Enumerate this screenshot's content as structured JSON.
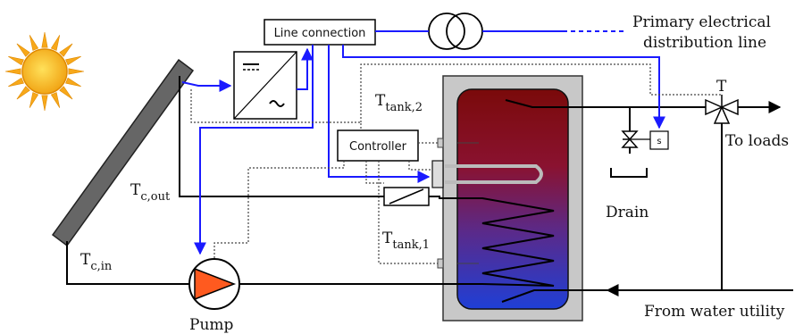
{
  "labels": {
    "line_connection": "Line connection",
    "primary_line_1": "Primary electrical",
    "primary_line_2": "distribution line",
    "controller": "Controller",
    "t_tank2": "T",
    "t_tank2_sub": "tank,2",
    "t_tank1": "T",
    "t_tank1_sub": "tank,1",
    "t_cout": "T",
    "t_cout_sub": "c,out",
    "t_cin": "T",
    "t_cin_sub": "c,in",
    "pump": "Pump",
    "drain": "Drain",
    "to_loads": "To loads",
    "valve_t": "T",
    "water_utility": "From water utility",
    "sensor_s": "s"
  },
  "colors": {
    "electric_blue": "#1a1aff",
    "tank_hot": "#7a0a0a",
    "tank_cold": "#1f3fd6",
    "tank_casing": "#c8c8c8",
    "pump_fill": "#ff5a1f",
    "sun_fill": "#f7c21a",
    "collector_fill": "#666666"
  },
  "icons": [
    "sun-icon",
    "inverter-icon",
    "transformer-icon",
    "pump-icon",
    "three-way-valve-icon",
    "drain-valve-icon",
    "heating-element-icon",
    "heat-exchanger-coil-icon"
  ]
}
